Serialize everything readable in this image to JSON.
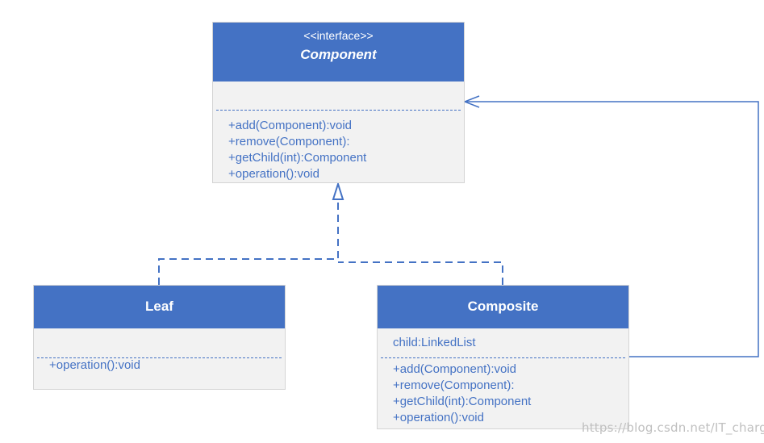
{
  "component": {
    "stereotype": "<<interface>>",
    "name": "Component",
    "attributes": [],
    "methods": [
      "+add(Component):void",
      "+remove(Component):",
      "+getChild(int):Component",
      "+operation():void"
    ]
  },
  "leaf": {
    "name": "Leaf",
    "attributes": [],
    "methods": [
      "+operation():void"
    ]
  },
  "composite": {
    "name": "Composite",
    "attributes": [
      "child:LinkedList"
    ],
    "methods": [
      "+add(Component):void",
      "+remove(Component):",
      "+getChild(int):Component",
      "+operation():void"
    ]
  },
  "relationships": [
    {
      "type": "realization",
      "from": "Leaf",
      "to": "Component"
    },
    {
      "type": "realization",
      "from": "Composite",
      "to": "Component"
    },
    {
      "type": "association",
      "from": "Composite",
      "to": "Component"
    }
  ],
  "colors": {
    "header": "#4472c4",
    "body": "#f2f2f2",
    "line": "#4472c4",
    "member_text": "#4472c4"
  },
  "watermark": "https://blog.csdn.net/IT_charge"
}
